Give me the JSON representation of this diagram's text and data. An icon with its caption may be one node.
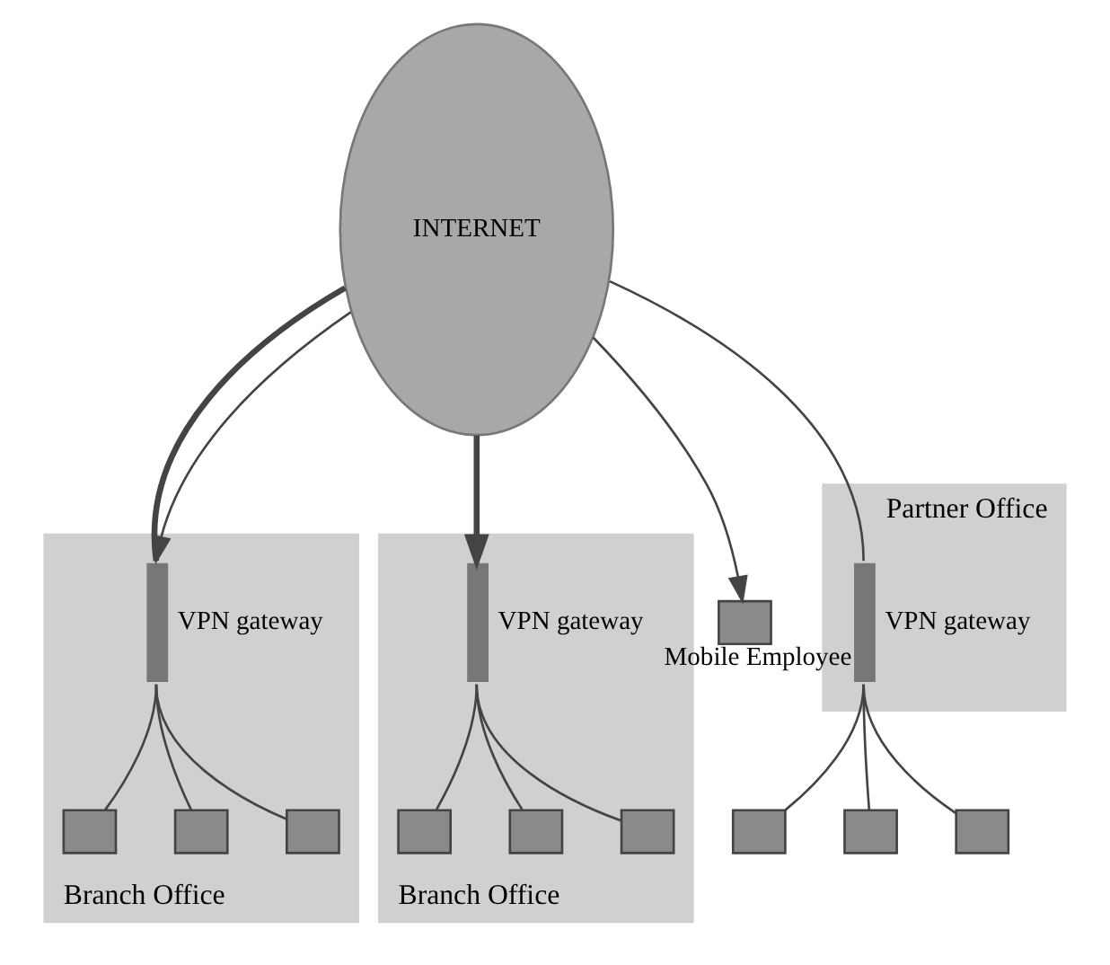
{
  "diagram": {
    "nodes": [
      {
        "text": [
          "Branch Office"
        ]
      },
      {
        "text": [],
        "shape": "bar",
        "in": 0,
        "beside": [
          "VPN gateway"
        ]
      },
      {
        "text": [],
        "shape": "box",
        "in": 0
      },
      {
        "text": [],
        "shape": "box",
        "in": 0
      },
      {
        "text": [],
        "shape": "box",
        "in": 0
      },
      {
        "text": [
          "INTERNET"
        ]
      },
      {
        "text": [
          "Branch Office"
        ]
      },
      {
        "text": [],
        "shape": "bar",
        "in": 6,
        "beside": [
          "VPN gateway"
        ]
      },
      {
        "text": [],
        "shape": "box",
        "in": 6
      },
      {
        "text": [],
        "shape": "box",
        "in": 6
      },
      {
        "text": [],
        "shape": "box",
        "in": 6
      },
      {
        "text": [],
        "shape": "box",
        "beside": [
          "Mobile Employee"
        ]
      },
      {
        "text": [
          "Partner Office"
        ]
      },
      {
        "text": [],
        "shape": "bar",
        "in": 12,
        "beside": [
          "VPN gateway"
        ]
      },
      {
        "text": [],
        "shape": "box"
      },
      {
        "text": [],
        "shape": "box"
      },
      {
        "text": [],
        "shape": "box"
      }
    ],
    "edges": [
      {
        "from": 1,
        "to": 2,
        "arrow": "none"
      },
      {
        "from": 1,
        "to": 3,
        "arrow": "none"
      },
      {
        "from": 1,
        "to": 4,
        "arrow": "none"
      },
      {
        "from": 5,
        "to": 1,
        "arrow": "none",
        "style": "thick"
      },
      {
        "from": 5,
        "to": 1,
        "arrow": "to"
      },
      {
        "from": 5,
        "to": 7,
        "arrow": "to",
        "style": "thick"
      },
      {
        "from": 7,
        "to": 8,
        "arrow": "none"
      },
      {
        "from": 7,
        "to": 9,
        "arrow": "none"
      },
      {
        "from": 7,
        "to": 10,
        "arrow": "none"
      },
      {
        "from": 5,
        "to": 11,
        "arrow": "to"
      },
      {
        "from": 5,
        "to": 13,
        "arrow": "none"
      },
      {
        "from": 13,
        "to": 14,
        "arrow": "none"
      },
      {
        "from": 13,
        "to": 15,
        "arrow": "none"
      },
      {
        "from": 13,
        "to": 16,
        "arrow": "none"
      }
    ]
  }
}
